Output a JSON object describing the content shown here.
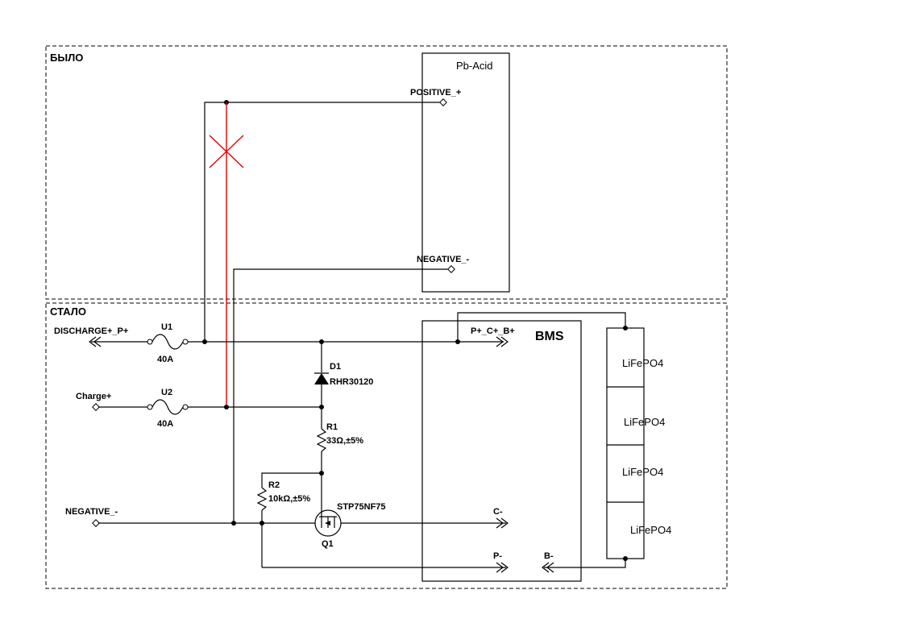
{
  "sections": {
    "before": "БЫЛО",
    "after": "СТАЛО"
  },
  "pb_acid": {
    "title": "Pb-Acid",
    "positive": "POSITIVE_+",
    "negative": "NEGATIVE_-"
  },
  "terminals": {
    "discharge": "DISCHARGE+_P+",
    "charge": "Charge+",
    "negative": "NEGATIVE_-"
  },
  "fuses": [
    {
      "ref": "U1",
      "value": "40A"
    },
    {
      "ref": "U2",
      "value": "40A"
    }
  ],
  "diode": {
    "ref": "D1",
    "value": "RHR30120"
  },
  "resistors": [
    {
      "ref": "R1",
      "value": "33Ω,±5%"
    },
    {
      "ref": "R2",
      "value": "10kΩ,±5%"
    }
  ],
  "mosfet": {
    "ref": "Q1",
    "value": "STP75NF75"
  },
  "bms": {
    "title": "BMS",
    "pin_pcb": "P+_C+_B+",
    "pin_c": "C-",
    "pin_p": "P-",
    "pin_b": "B-"
  },
  "cells": [
    "LiFePO4",
    "LiFePO4",
    "LiFePO4",
    "LiFePO4"
  ],
  "colors": {
    "wire": "#000000",
    "removed_link": "#e00000",
    "background": "#ffffff"
  }
}
